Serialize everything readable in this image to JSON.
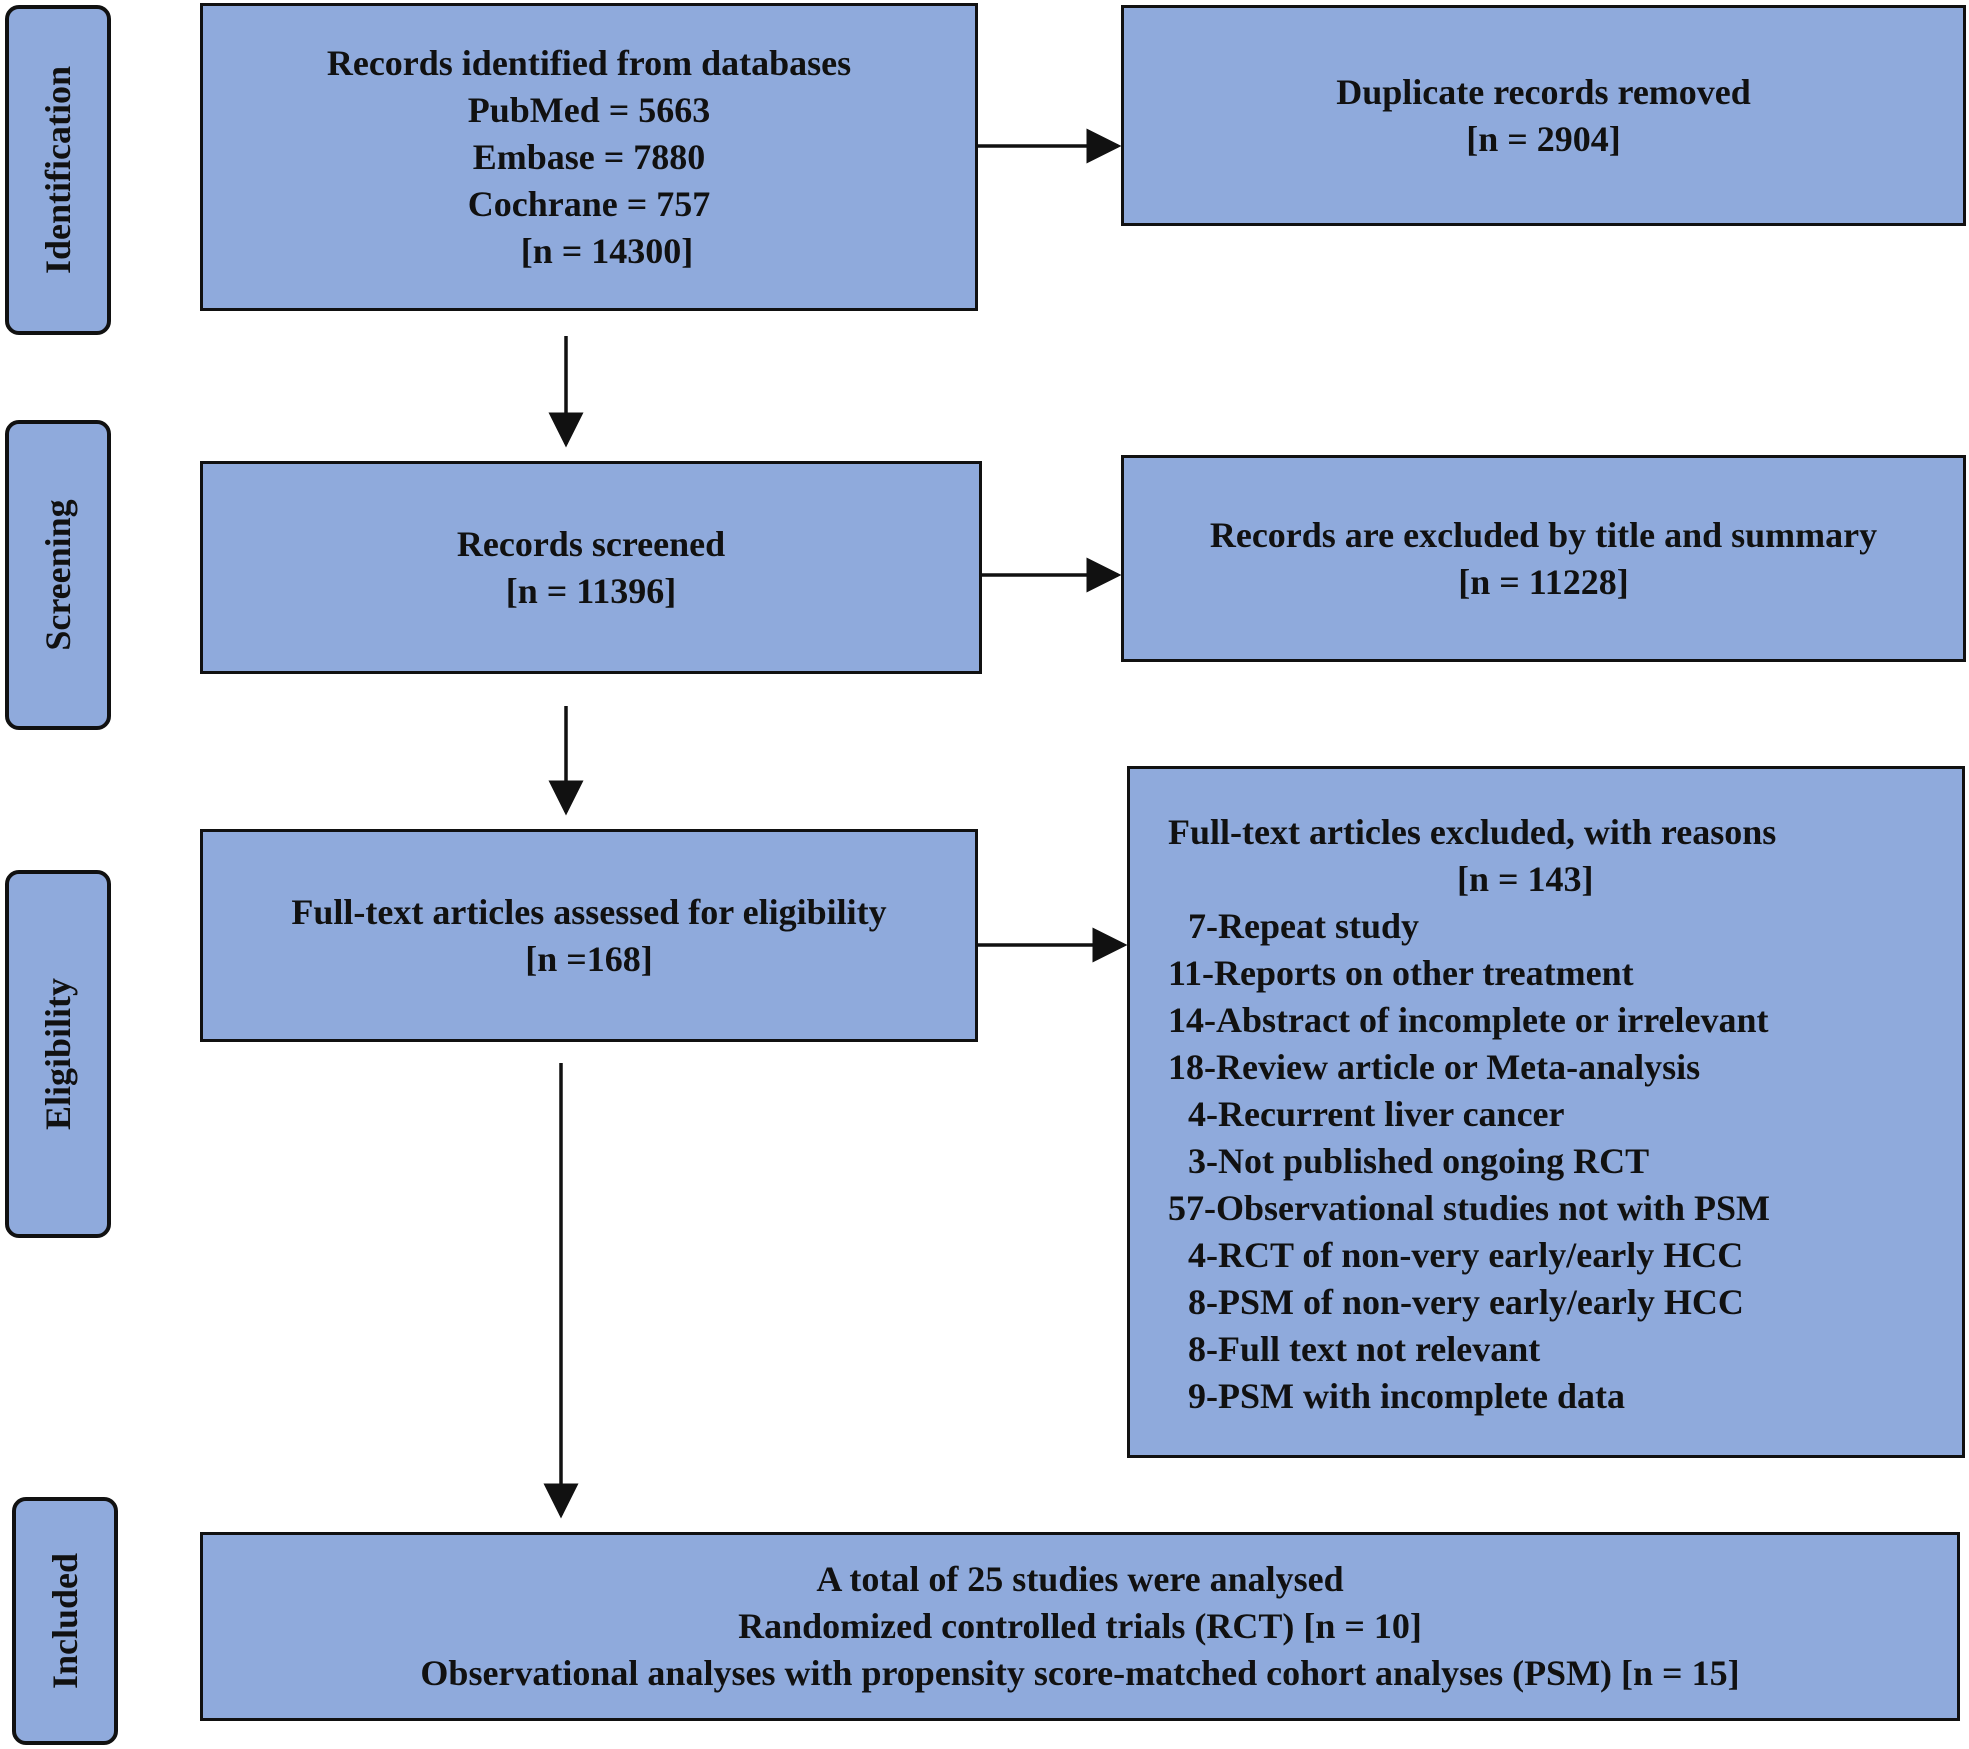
{
  "stages": {
    "identification": "Identification",
    "screening": "Screening",
    "eligibility": "Eligibility",
    "included": "Included"
  },
  "identified": {
    "lines": [
      "Records identified from databases",
      "PubMed = 5663",
      "Embase = 7880",
      "Cochrane = 757",
      "    [n = 14300]"
    ]
  },
  "duplicates": {
    "lines": [
      "Duplicate records removed",
      "[n = 2904]"
    ]
  },
  "screened": {
    "lines": [
      "Records screened",
      "[n = 11396]"
    ]
  },
  "excluded_title": {
    "lines": [
      "Records are excluded by title and summary",
      "[n = 11228]"
    ]
  },
  "assessed": {
    "lines": [
      "Full-text articles assessed for eligibility",
      "[n =168]"
    ]
  },
  "fulltext_excluded": {
    "title": "Full-text articles excluded, with reasons",
    "count": "[n = 143]",
    "reasons": [
      "7-Repeat study",
      "11-Reports on other treatment",
      "14-Abstract of incomplete or irrelevant",
      "18-Review article or Meta-analysis",
      "4-Recurrent liver cancer",
      "3-Not published ongoing RCT",
      "57-Observational studies not with PSM",
      "4-RCT of non-very early/early HCC",
      "8-PSM of non-very early/early HCC",
      "8-Full text not relevant",
      "9-PSM with incomplete data"
    ]
  },
  "included": {
    "lines": [
      "A total of 25 studies were analysed",
      "Randomized controlled trials (RCT) [n = 10]",
      "Observational analyses with propensity score-matched cohort analyses (PSM) [n = 15]"
    ]
  },
  "colors": {
    "box_fill": "#8faadc",
    "border": "#111111"
  }
}
